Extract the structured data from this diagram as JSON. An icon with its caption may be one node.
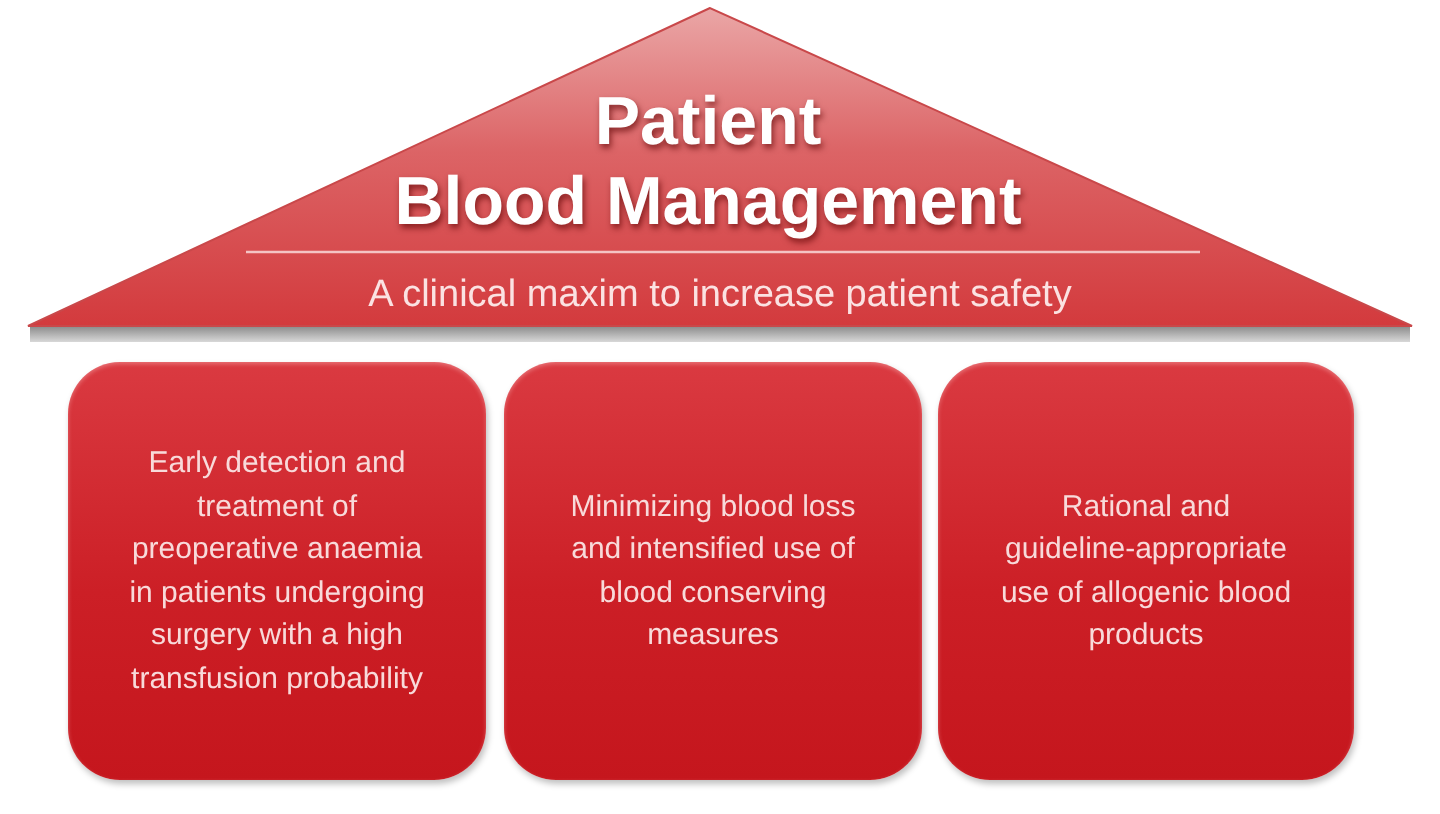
{
  "diagram": {
    "nodes": [
      {
        "text": [
          "Patient Blood Management",
          "A clinical maxim to increase patient safety"
        ]
      },
      {
        "text": [
          "Early detection and treatment of preoperative anaemia in patients undergoing surgery with a high transfusion probability"
        ]
      },
      {
        "text": [
          "Minimizing blood loss and intensified use of blood conserving measures"
        ]
      },
      {
        "text": [
          "Rational and guideline-appropriate use of allogenic blood products"
        ]
      }
    ]
  }
}
